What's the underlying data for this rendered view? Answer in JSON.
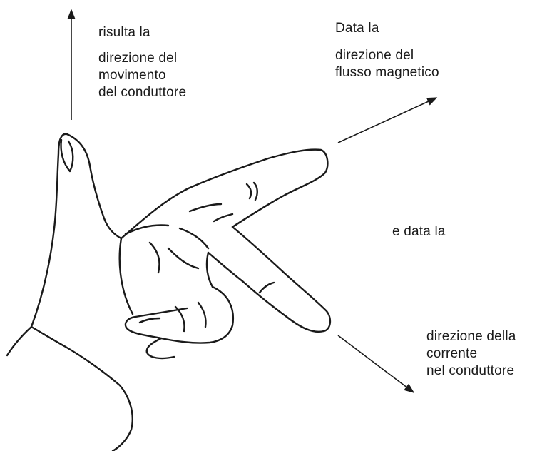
{
  "labels": {
    "thumb": {
      "line1": "risulta la",
      "line2": "direzione del",
      "line3": "movimento",
      "line4": "del conduttore"
    },
    "index": {
      "line1": "Data la",
      "line2": "direzione del",
      "line3": "flusso magnetico"
    },
    "middle_intro": "e data la",
    "middle": {
      "line1": "direzione della",
      "line2": "corrente",
      "line3": "nel conduttore"
    }
  },
  "colors": {
    "ink": "#1a1a1a",
    "background": "#ffffff"
  },
  "icons": [
    "right-hand-rule-illustration",
    "arrow-up-icon",
    "arrow-up-right-icon",
    "arrow-down-right-icon"
  ]
}
